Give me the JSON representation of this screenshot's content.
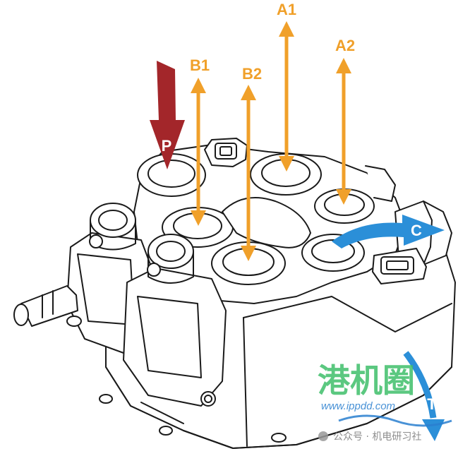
{
  "ports": {
    "pressure": "P",
    "b1": "B1",
    "b2": "B2",
    "a1": "A1",
    "a2": "A2",
    "carry_over": "C",
    "tank": "T"
  },
  "colors": {
    "pressure_arrow": "#a3262a",
    "work_port_arrows": "#f0a02a",
    "flow_arrows": "#2b8fd8",
    "outline": "#1a1a1a",
    "body_fill": "#ffffff",
    "watermark_green": "#3fbf6a",
    "watermark_blue": "#2a7fd0"
  },
  "watermark": {
    "title": "港机圈",
    "url": "www.ippdd.com",
    "footer": "公众号 · 机电研习社"
  }
}
